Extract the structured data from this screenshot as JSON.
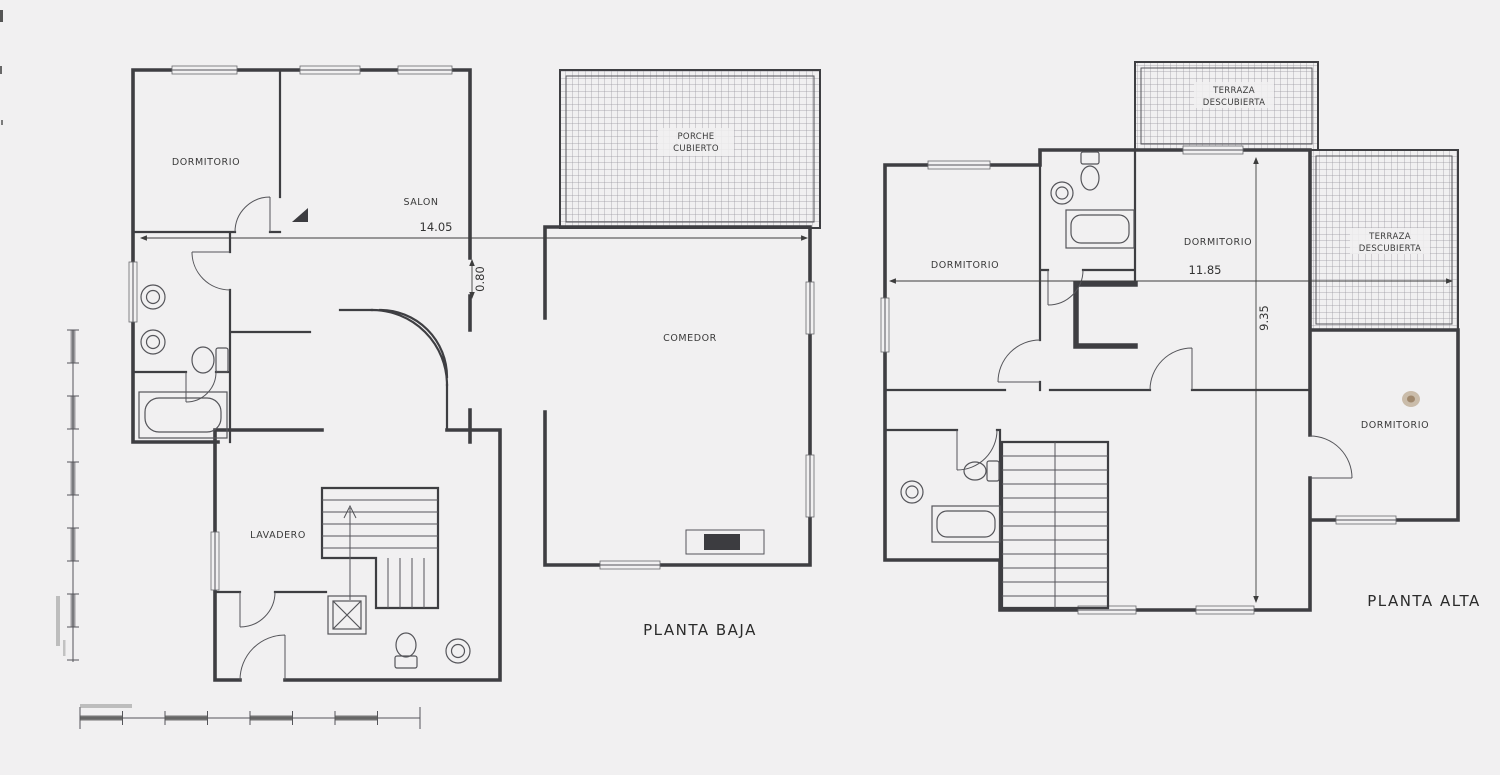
{
  "page": {
    "background": "#f1f0f1",
    "ink": "#3e3e42"
  },
  "planta_baja": {
    "title": "PLANTA BAJA",
    "rooms": {
      "dormitorio": "DORMITORIO",
      "salon": "SALON",
      "comedor": "COMEDOR",
      "lavadero": "LAVADERO",
      "porche": [
        "PORCHE",
        "CUBIERTO"
      ]
    },
    "dims": {
      "width": "14.05",
      "passage": "0.80"
    }
  },
  "planta_alta": {
    "title": "PLANTA ALTA",
    "rooms": {
      "dormitorio_left": "DORMITORIO",
      "dormitorio_center": "DORMITORIO",
      "dormitorio_right": "DORMITORIO",
      "terraza_top": [
        "TERRAZA",
        "DESCUBIERTA"
      ],
      "terraza_right": [
        "TERRAZA",
        "DESCUBIERTA"
      ]
    },
    "dims": {
      "width": "11.85",
      "height": "9.35"
    }
  }
}
